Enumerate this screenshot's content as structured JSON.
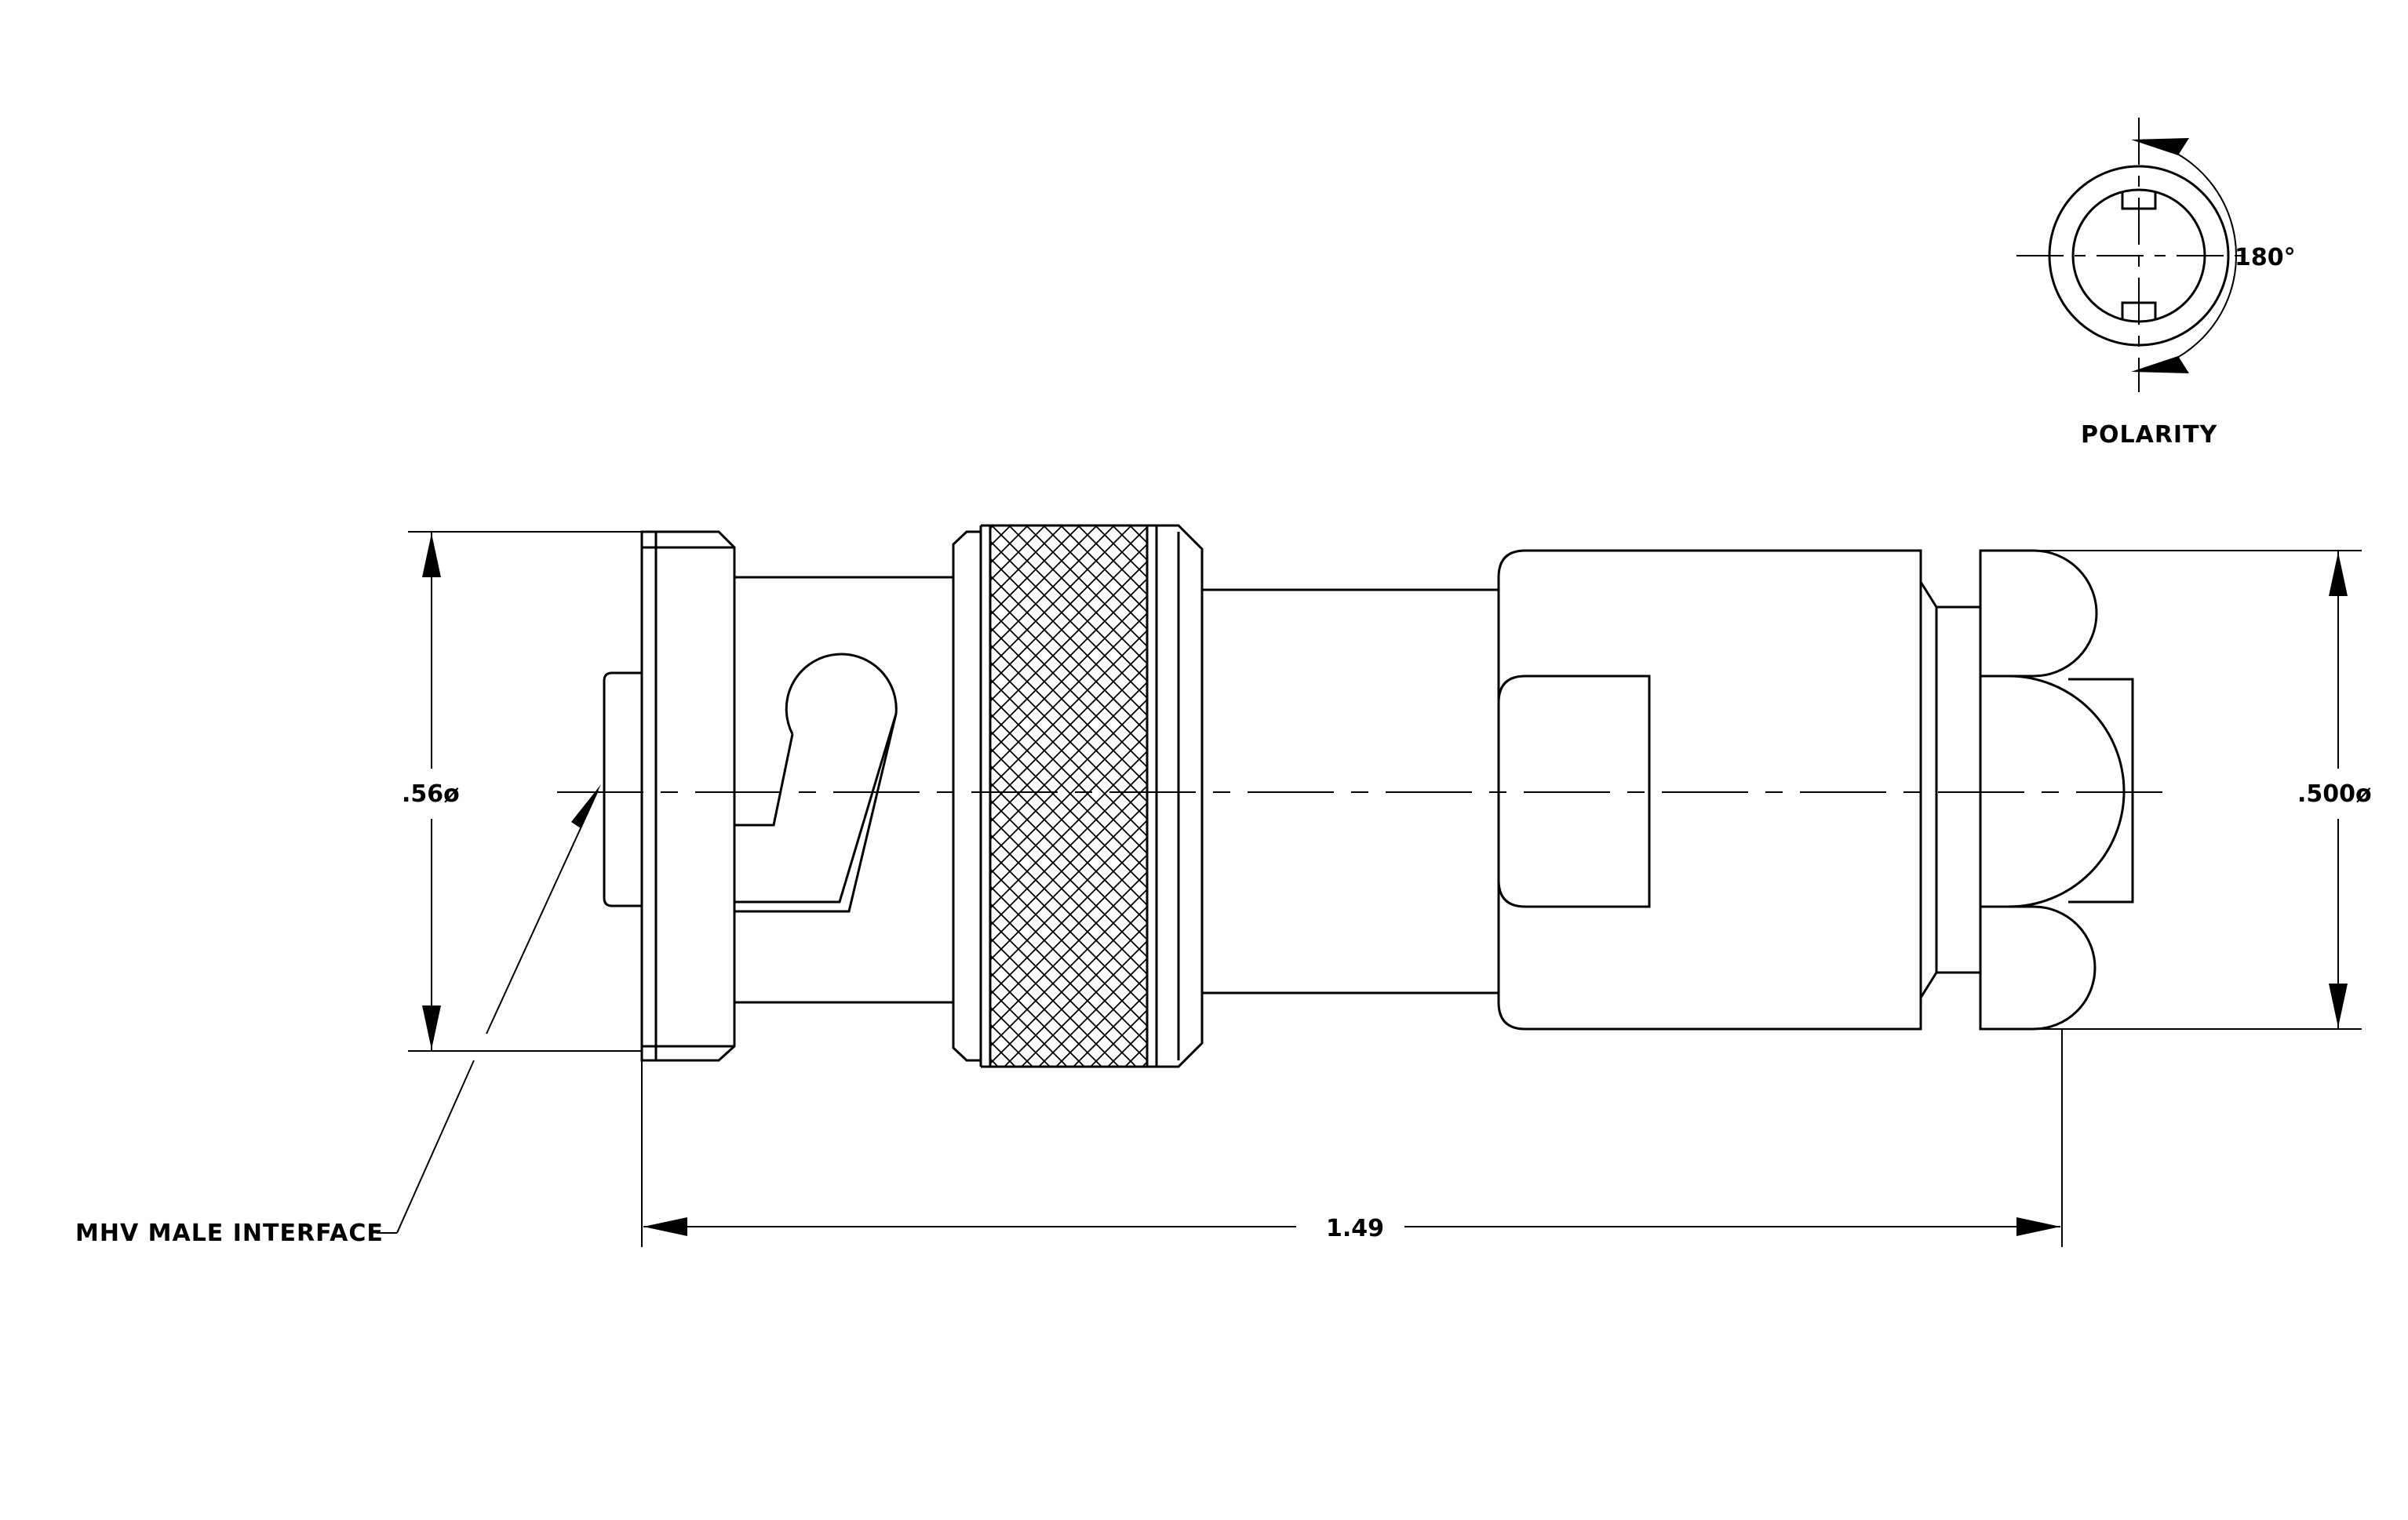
{
  "labels": {
    "interface": "MHV MALE INTERFACE",
    "overall_length": "1.49",
    "left_diameter": ".56ø",
    "right_diameter": ".500ø",
    "polarity_angle": "180°",
    "polarity": "POLARITY"
  },
  "colors": {
    "line": "#000000",
    "background": "#ffffff"
  }
}
